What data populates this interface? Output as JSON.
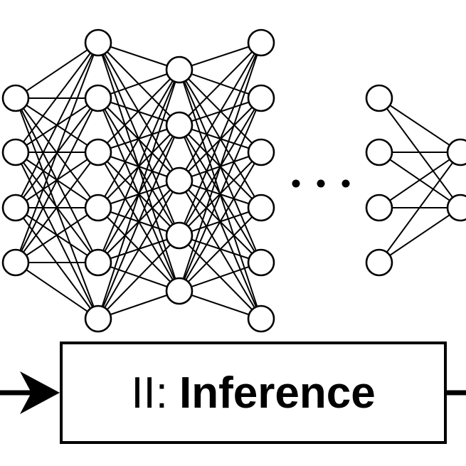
{
  "diagram": {
    "stage_label": "II:",
    "stage_name": "Inference",
    "networks": [
      {
        "layers": [
          4,
          6,
          5,
          6
        ]
      },
      {
        "layers": [
          4,
          2
        ]
      }
    ],
    "continuation": "ellipsis",
    "arrows": [
      "incoming-arrow",
      "outgoing-line"
    ]
  }
}
